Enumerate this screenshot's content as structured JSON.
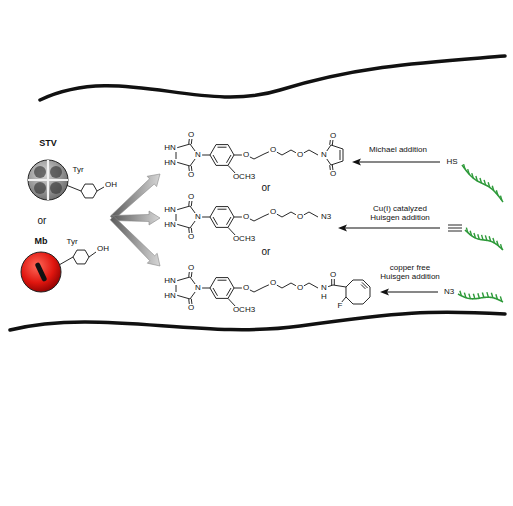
{
  "diagram": {
    "nodes": [
      {
        "text": [
          "STV"
        ]
      },
      {
        "text": [
          "Mb"
        ]
      }
    ],
    "labels": [
      "Tyr",
      "OH",
      "or",
      "Tyr",
      "OH",
      "O",
      "N",
      "HN",
      "HN",
      "O",
      "OCH3",
      "O",
      "O",
      "O",
      "N",
      "O",
      "O",
      "Michael addition",
      "HS",
      "or",
      "O",
      "N",
      "HN",
      "HN",
      "O",
      "OCH3",
      "O",
      "O",
      "O",
      "N3",
      "Cu(I) catalyzed Huisgen addition",
      "or",
      "O",
      "N",
      "HN",
      "HN",
      "O",
      "OCH3",
      "O",
      "O",
      "O",
      "N",
      "H",
      "O",
      "F",
      "copper free Huisgen addition",
      "N3"
    ]
  }
}
